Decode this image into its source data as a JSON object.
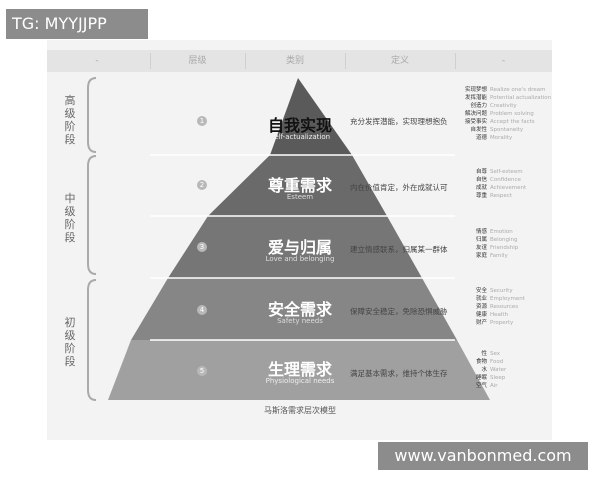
{
  "corner_tag": "TG: MYYJJPP",
  "watermark": "www.vanbonmed.com",
  "header": {
    "dash_left": "-",
    "col_level": "层级",
    "col_category": "类别",
    "col_definition": "定义",
    "dash_right": "-"
  },
  "stages": {
    "high": "高级阶段",
    "mid": "中级阶段",
    "low": "初级阶段"
  },
  "levels": [
    {
      "num": "1",
      "zh": "自我实现",
      "en": "Self-actualization",
      "desc": "充分发挥潜能，实现理想抱负",
      "items": [
        {
          "zh": "实现梦想",
          "en": "Realize one's dream"
        },
        {
          "zh": "发挥潜能",
          "en": "Potential actualization"
        },
        {
          "zh": "创造力",
          "en": "Creativity"
        },
        {
          "zh": "解决问题",
          "en": "Problem solving"
        },
        {
          "zh": "接受事实",
          "en": "Accept the facts"
        },
        {
          "zh": "自发性",
          "en": "Spontaneity"
        },
        {
          "zh": "道德",
          "en": "Morality"
        }
      ]
    },
    {
      "num": "2",
      "zh": "尊重需求",
      "en": "Esteem",
      "desc": "内在价值肯定，外在成就认可",
      "items": [
        {
          "zh": "自尊",
          "en": "Self-esteem"
        },
        {
          "zh": "自信",
          "en": "Confidence"
        },
        {
          "zh": "成就",
          "en": "Achievement"
        },
        {
          "zh": "尊重",
          "en": "Respect"
        }
      ]
    },
    {
      "num": "3",
      "zh": "爱与归属",
      "en": "Love and belonging",
      "desc": "建立情感联系，归属某一群体",
      "items": [
        {
          "zh": "情感",
          "en": "Emotion"
        },
        {
          "zh": "归属",
          "en": "Belonging"
        },
        {
          "zh": "友谊",
          "en": "Friendship"
        },
        {
          "zh": "家庭",
          "en": "Family"
        }
      ]
    },
    {
      "num": "4",
      "zh": "安全需求",
      "en": "Safety needs",
      "desc": "保障安全稳定，免除恐惧威胁",
      "items": [
        {
          "zh": "安全",
          "en": "Security"
        },
        {
          "zh": "就业",
          "en": "Employment"
        },
        {
          "zh": "资源",
          "en": "Resources"
        },
        {
          "zh": "健康",
          "en": "Health"
        },
        {
          "zh": "财产",
          "en": "Property"
        }
      ]
    },
    {
      "num": "5",
      "zh": "生理需求",
      "en": "Physiological needs",
      "desc": "满足基本需求，维持个体生存",
      "items": [
        {
          "zh": "性",
          "en": "Sex"
        },
        {
          "zh": "食物",
          "en": "Food"
        },
        {
          "zh": "水",
          "en": "Water"
        },
        {
          "zh": "睡眠",
          "en": "Sleep"
        },
        {
          "zh": "空气",
          "en": "Air"
        }
      ]
    }
  ],
  "caption": "马斯洛需求层次模型",
  "colors": {
    "tier1": "#5a5a5a",
    "tier2": "#6a6a6a",
    "tier3": "#767676",
    "tier4": "#868686",
    "tier5": "#a0a0a0",
    "tag_bg": "#8c8c8c"
  }
}
